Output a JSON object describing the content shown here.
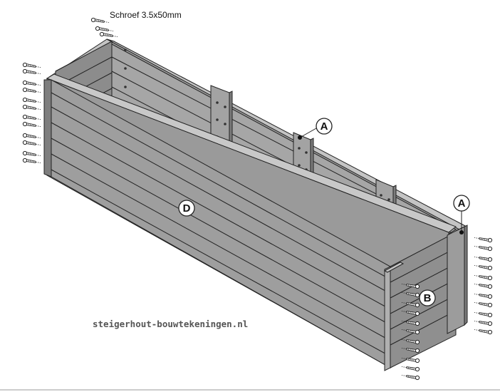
{
  "diagram": {
    "screw_label": "Schroef 3.5x50mm",
    "watermark": "steigerhout-bouwtekeningen.nl",
    "labels": {
      "a_top": "A",
      "a_right": "A",
      "b": "B",
      "d": "D"
    },
    "colors": {
      "wood": "#9a9a9a",
      "wood_dark": "#7e7e7e",
      "wood_light": "#b4b4b4",
      "line": "#222222",
      "background": "#ffffff"
    }
  }
}
